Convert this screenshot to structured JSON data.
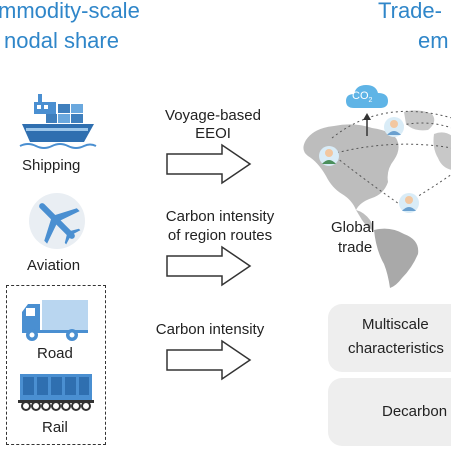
{
  "titles": {
    "left_line1": "mmodity-scale",
    "left_line2": "nodal share",
    "right_line1": "Trade-",
    "right_line2": "em"
  },
  "modes": {
    "shipping": "Shipping",
    "aviation": "Aviation",
    "road": "Road",
    "rail": "Rail"
  },
  "arrows": {
    "shipping_line1": "Voyage-based",
    "shipping_line2": "EEOI",
    "aviation_line1": "Carbon intensity",
    "aviation_line2": "of region routes",
    "land": "Carbon intensity"
  },
  "map": {
    "cloud_label": "CO",
    "cloud_sub": "2",
    "trade_line1": "Global",
    "trade_line2": "trade"
  },
  "outcomes": {
    "box1_line1": "Multiscale",
    "box1_line2": "characteristics",
    "box2": "Decarbon"
  },
  "colors": {
    "title_blue": "#2f86c9",
    "icon_blue": "#4a8fd1",
    "icon_light": "#b9d6f0",
    "cloud_blue": "#5fb4e6",
    "map_gray": "#bdbdbd",
    "pill_gray": "#eeeeee"
  },
  "icons": [
    "ship-icon",
    "airplane-icon",
    "truck-icon",
    "rail-car-icon",
    "co2-cloud-icon",
    "person-icon",
    "world-map"
  ]
}
